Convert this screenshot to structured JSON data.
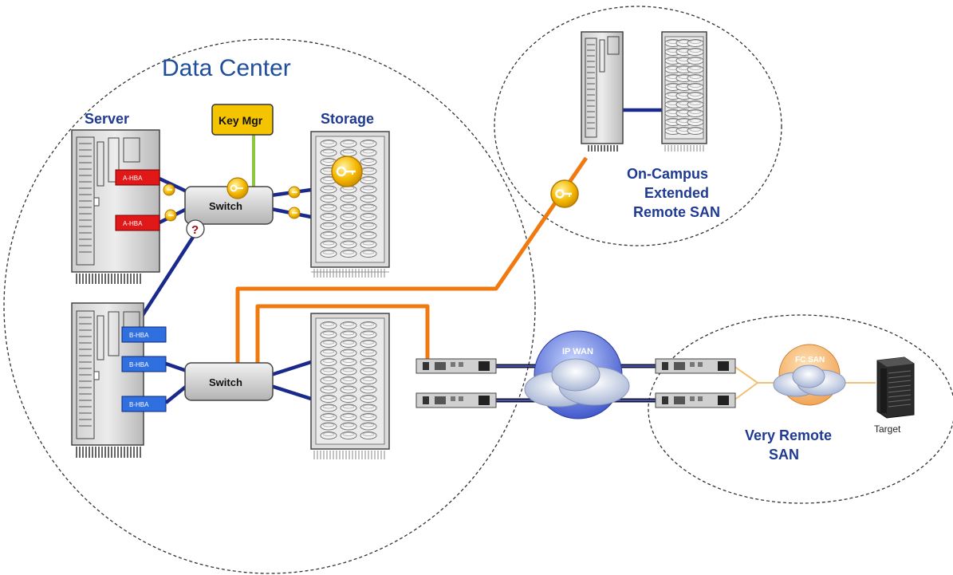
{
  "title": "Data Center",
  "labels": {
    "server": "Server",
    "storage": "Storage",
    "key_mgr": "Key Mgr",
    "switch_top": "Switch",
    "switch_bottom": "Switch",
    "question": "?",
    "campus": [
      "On-Campus",
      "Extended",
      "Remote SAN"
    ],
    "remote": [
      "Very Remote",
      "SAN"
    ],
    "ip_wan": "IP WAN",
    "fc_san": "FC SAN",
    "target": "Target"
  },
  "hba_top": [
    "A-HBA",
    "A-HBA"
  ],
  "hba_bottom": [
    "B-HBA",
    "B-HBA",
    "B-HBA"
  ],
  "colors": {
    "title": "#1f4e9c",
    "labels": "#1f3a93",
    "orange_link": "#f07a10",
    "blue_link": "#1a2a8c",
    "green_link": "#8cc63e",
    "a_hba": "#e01818",
    "b_hba": "#2f6fe0",
    "key_mgr": "#f5c400"
  }
}
